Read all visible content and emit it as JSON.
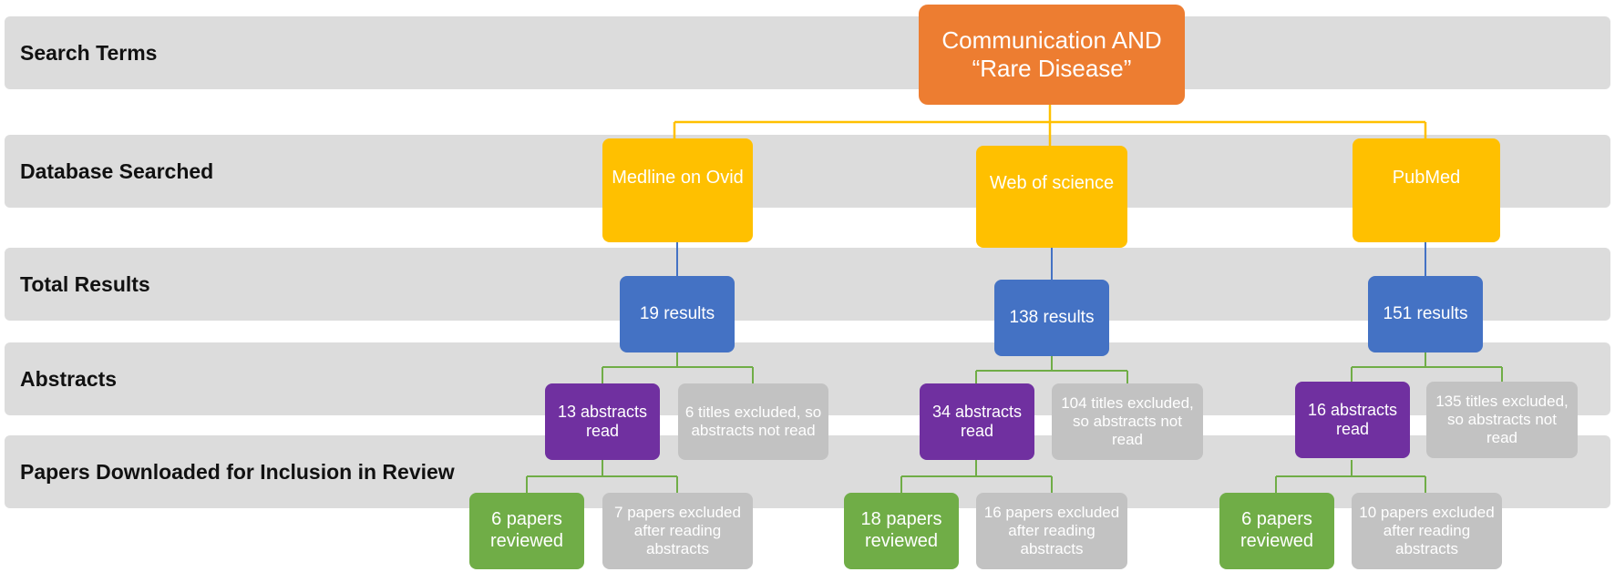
{
  "rows": {
    "search_terms": "Search Terms",
    "database_searched": "Database Searched",
    "total_results": "Total Results",
    "abstracts": "Abstracts",
    "papers_downloaded": "Papers Downloaded for Inclusion in Review"
  },
  "root": {
    "label": "Communication AND “Rare Disease”"
  },
  "databases": [
    {
      "name": "Medline on Ovid",
      "results": "19 results",
      "abstracts_read": "13 abstracts read",
      "titles_excluded": "6 titles excluded, so abstracts not read",
      "papers_reviewed": "6 papers reviewed",
      "papers_excluded": "7 papers excluded after reading abstracts"
    },
    {
      "name": "Web of science",
      "results": "138 results",
      "abstracts_read": "34 abstracts read",
      "titles_excluded": "104 titles excluded, so abstracts not read",
      "papers_reviewed": "18 papers reviewed",
      "papers_excluded": "16 papers excluded after reading abstracts"
    },
    {
      "name": "PubMed",
      "results": "151 results",
      "abstracts_read": "16 abstracts read",
      "titles_excluded": "135 titles excluded, so abstracts not read",
      "papers_reviewed": "6 papers reviewed",
      "papers_excluded": "10 papers excluded after reading abstracts"
    }
  ],
  "colors": {
    "root": "#ed7d31",
    "database": "#ffc000",
    "results": "#4472c4",
    "abstracts_read": "#7030a0",
    "excluded": "#c2c2c2",
    "reviewed": "#70ad47",
    "band": "#dcdcdc"
  }
}
